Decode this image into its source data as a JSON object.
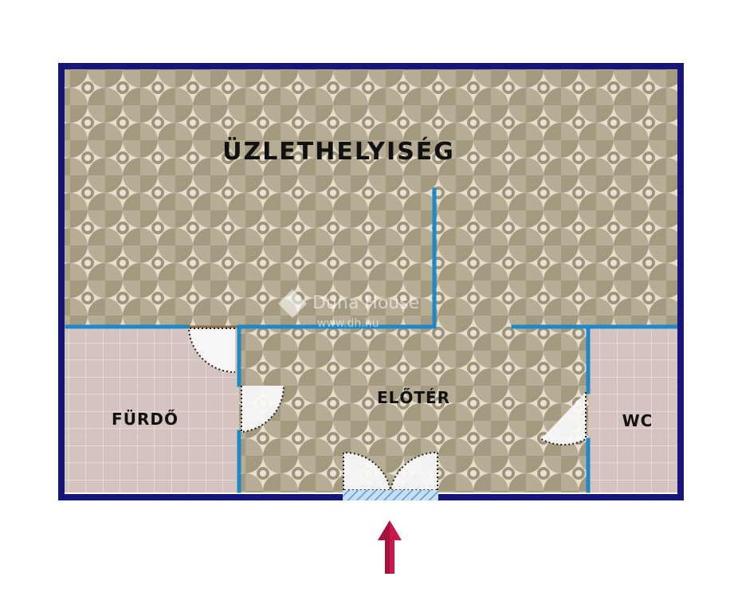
{
  "rooms": {
    "main": "ÜZLETHELYISÉG",
    "hall": "ELŐTÉR",
    "bath": "FÜRDŐ",
    "wc": "WC"
  },
  "watermark": {
    "brand": "Duna House",
    "site": "www.dh.hu"
  },
  "colors": {
    "outer_wall": "#15157a",
    "inner_wall": "#1e88c8",
    "floor_pattern_base": "#e6dfd0",
    "floor_pattern_dark": "#9f9479",
    "tile_floor": "#d4c3be",
    "tile_grid": "#f2ebe6",
    "door_fill": "#fafafa",
    "entrance_arrow": "#c9184a"
  },
  "icons": {
    "entrance": "arrow-up-icon"
  }
}
